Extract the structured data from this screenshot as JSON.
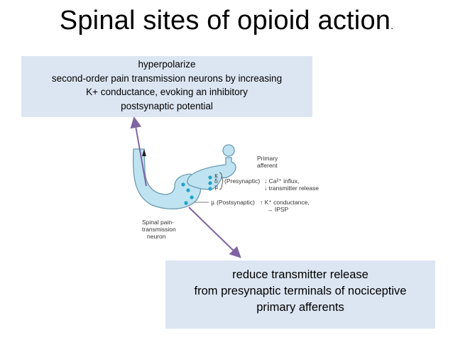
{
  "title": "Spinal sites of opioid action",
  "title_dot": ".",
  "top_box": {
    "lines": [
      "hyperpolarize",
      "second-order pain transmission neurons by increasing",
      "K+ conductance, evoking an inhibitory",
      "postsynaptic potential"
    ]
  },
  "bottom_box": {
    "lines": [
      "reduce transmitter release",
      "from presynaptic terminals of nociceptive",
      "primary afferents"
    ]
  },
  "figure": {
    "primary_afferent": [
      "Primary",
      "afferent"
    ],
    "receptors": [
      "κ",
      "δ",
      "μ"
    ],
    "presynaptic_label": "(Presynaptic)",
    "presynaptic_effect_1": "↓ Ca²⁺ influx,",
    "presynaptic_effect_2": "↓ transmitter release",
    "mu_label": "μ",
    "postsynaptic_label": "(Postsynaptic)",
    "postsynaptic_effect_1": "↑ K⁺ conductance,",
    "postsynaptic_effect_2": "→ IPSP",
    "neuron_label": [
      "Spinal pain-",
      "transmission",
      "neuron"
    ]
  },
  "colors": {
    "box_bg": "#dce6f2",
    "neuron_fill": "#bfe3f0",
    "neuron_stroke": "#6a9bb0",
    "receptor_dot": "#1fa3c8",
    "arrow": "#8064a2"
  }
}
